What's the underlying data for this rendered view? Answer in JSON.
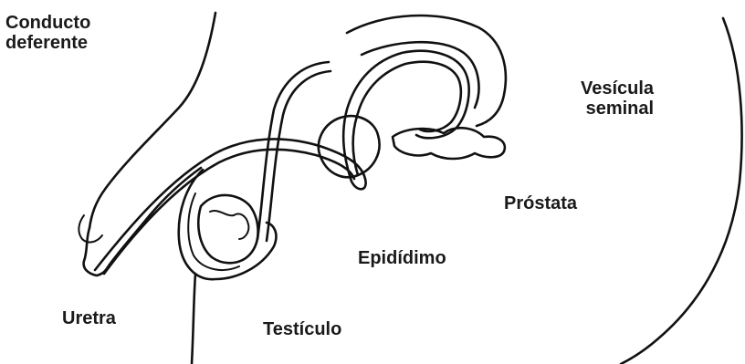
{
  "labels": {
    "conducto_line1": "Conducto",
    "conducto_line2": "deferente",
    "vesicula_line1": "Vesícula",
    "vesicula_line2": "seminal",
    "prostata": "Próstata",
    "epididimo": "Epidídimo",
    "uretra": "Uretra",
    "testiculo": "Testículo"
  },
  "colors": {
    "ink": "#111111",
    "background": "#ffffff"
  }
}
